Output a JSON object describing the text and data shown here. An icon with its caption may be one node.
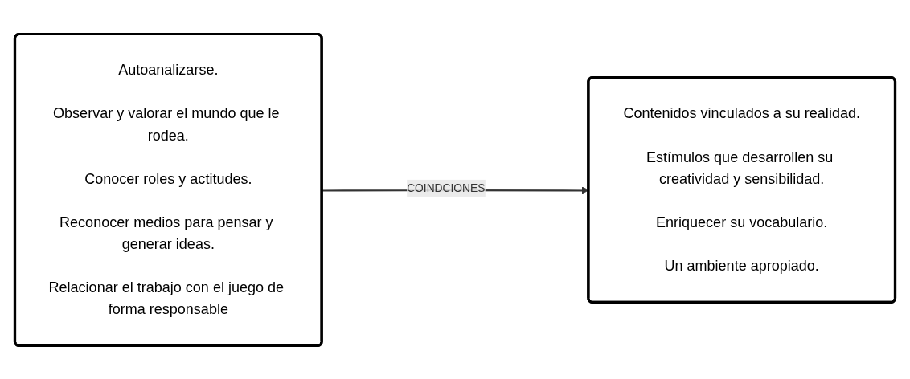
{
  "diagram": {
    "nodes": [
      {
        "text": [
          "Autoanalizarse.",
          "Observar y valorar el mundo que le rodea.",
          "Conocer roles y actitudes.",
          "Reconocer medios para pensar y generar ideas.",
          "Relacionar el trabajo con el juego de forma responsable"
        ]
      },
      {
        "text": [
          "Contenidos vinculados a su realidad.",
          "Estímulos que desarrollen su creatividad y sensibilidad.",
          "Enriquecer su vocabulario.",
          "Un ambiente apropiado."
        ]
      }
    ],
    "edges": [
      {
        "from": 0,
        "to": 1,
        "arrow": "to",
        "label": "COINDCIONES"
      }
    ]
  }
}
